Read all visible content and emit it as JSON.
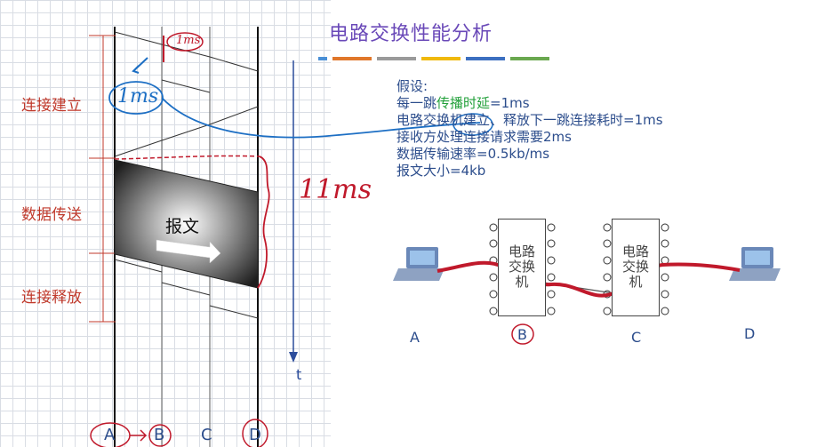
{
  "title": "电路交换性能分析",
  "accent_bar_colors": [
    "#4a8fd6",
    "#e0772a",
    "#9a9a9a",
    "#f0b90b",
    "#3c6fc0",
    "#6aa84f"
  ],
  "phases": {
    "setup": "连接建立",
    "transfer": "数据传送",
    "release": "连接释放"
  },
  "message_label": "报文",
  "time_axis_label": "t",
  "nodes": [
    "A",
    "B",
    "C",
    "D"
  ],
  "assumptions": {
    "heading": "假设:",
    "line1_prefix": "每一跳",
    "line1_green": "传播时延",
    "line1_suffix": "=1ms",
    "line2": "电路交换机建立、释放下一跳连接耗时=1ms",
    "line3": "接收方处理连接请求需要2ms",
    "line4": "数据传输速率=0.5kb/ms",
    "line5": "报文大小=4kb"
  },
  "switches": {
    "b_label": "电路\n交换\n机",
    "c_label": "电路\n交换\n机"
  },
  "annotations": {
    "top_note": "1ms",
    "left_note": "1ms",
    "duration_note": "11ms"
  },
  "network_labels": [
    "A",
    "B",
    "C",
    "D"
  ]
}
